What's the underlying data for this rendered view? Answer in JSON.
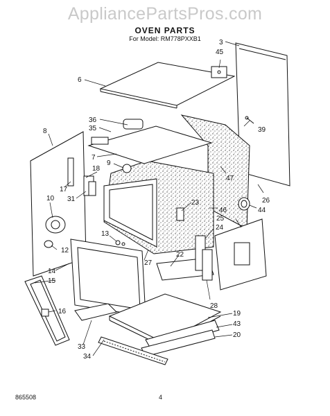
{
  "watermark": "AppliancePartsPros.com",
  "title": "OVEN PARTS",
  "subtitle": "For Model: RM778PXXB1",
  "footer": {
    "doc_number": "865508",
    "page_number": "4"
  },
  "callouts": [
    "3",
    "45",
    "6",
    "39",
    "36",
    "35",
    "8",
    "7",
    "9",
    "18",
    "17",
    "31",
    "10",
    "47",
    "26",
    "44",
    "23",
    "46",
    "25",
    "24",
    "12",
    "13",
    "27",
    "22",
    "14",
    "15",
    "28",
    "16",
    "19",
    "43",
    "20",
    "33",
    "34"
  ]
}
